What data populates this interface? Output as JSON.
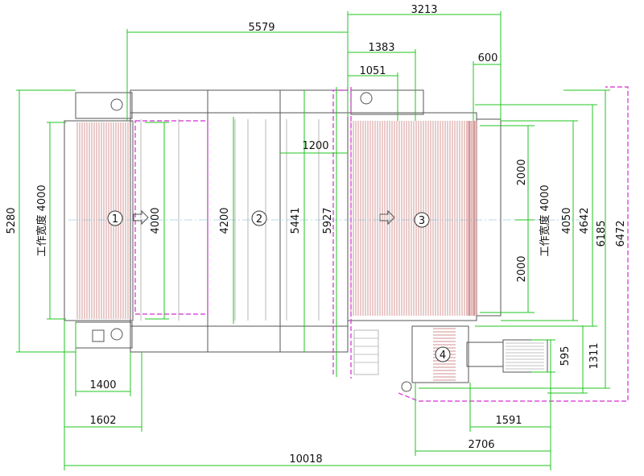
{
  "colors": {
    "dimension": "#22c422",
    "frame": "#555555",
    "roller": "#c46a6a",
    "guard": "#d42ad4",
    "centerline": "#6fb7d6"
  },
  "dimensions_top": {
    "d3213": "3213",
    "d5579": "5579",
    "d1383": "1383",
    "d1051": "1051",
    "d600": "600"
  },
  "dimensions_left": {
    "d5280": "5280",
    "work_width_left": "工作宽度 4000"
  },
  "dimensions_inner": {
    "d4000": "4000",
    "d4200": "4200",
    "d5441": "5441",
    "d5927": "5927",
    "d1200": "1200"
  },
  "dimensions_right": {
    "d2000_top": "2000",
    "d2000_bottom": "2000",
    "work_width_right": "工作宽度 4000",
    "d4050": "4050",
    "d4642": "4642",
    "d6185": "6185",
    "d6472": "6472",
    "d595": "595",
    "d1311": "1311"
  },
  "dimensions_bottom": {
    "d1400": "1400",
    "d1602": "1602",
    "d1591": "1591",
    "d2706": "2706",
    "d10018": "10018"
  },
  "zones": [
    "1",
    "2",
    "3",
    "4"
  ]
}
